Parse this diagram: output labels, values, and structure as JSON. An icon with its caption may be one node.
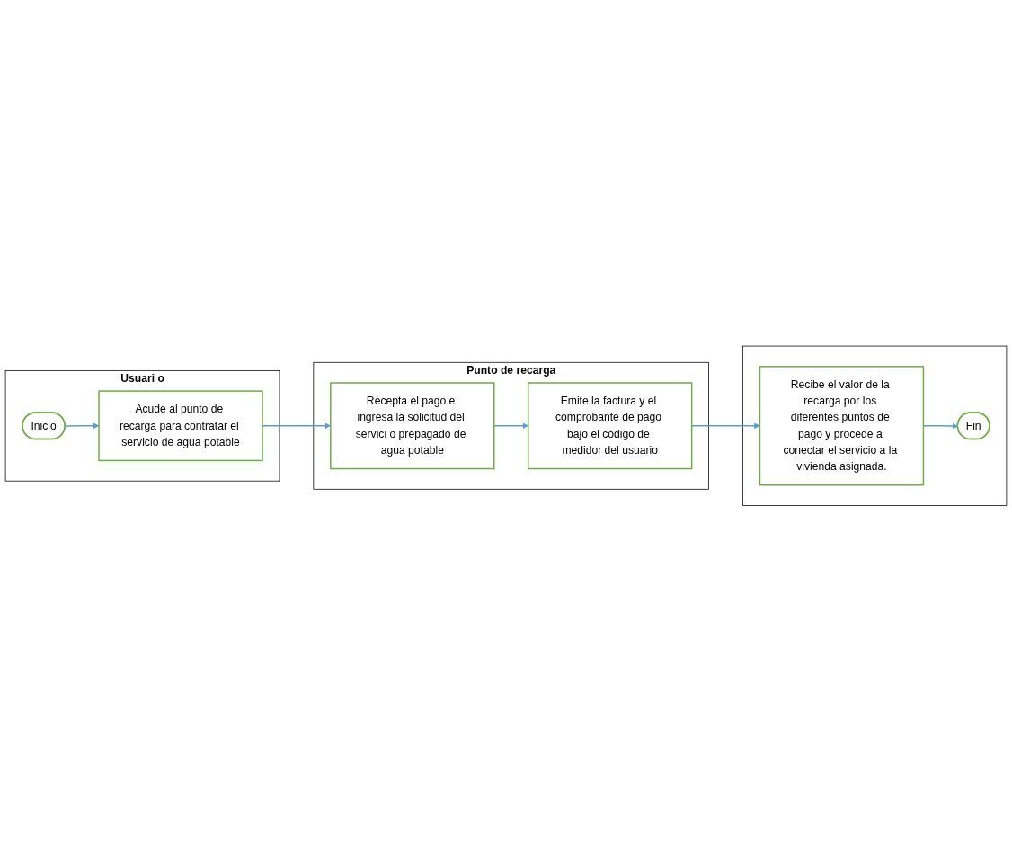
{
  "diagram": {
    "nodes": [
      {
        "text": [
          "Usuari o"
        ]
      },
      {
        "text": [
          "Punto de recarga"
        ]
      },
      {
        "text": [],
        "shape": "box"
      },
      {
        "text": [
          "Inicio"
        ],
        "in": 0
      },
      {
        "text": [
          "Acude al punto de recarga para contratar el servicio de agua potable"
        ],
        "in": 0
      },
      {
        "text": [
          "Recepta el pago e ingresa la solicitud del servici o prepagado de agua potable"
        ],
        "in": 1
      },
      {
        "text": [
          "Emite la factura y el comprobante de pago bajo el código de medidor del usuario"
        ],
        "in": 1
      },
      {
        "text": [
          "Recibe el valor de la recarga por los diferentes puntos de pago y procede a conectar el servicio a la vivienda asignada."
        ],
        "in": 2
      },
      {
        "text": [
          "Fin"
        ],
        "in": 2
      }
    ],
    "edges": [
      {
        "from": 3,
        "to": 4,
        "arrow": "to"
      },
      {
        "from": 4,
        "to": 5,
        "arrow": "to"
      },
      {
        "from": 5,
        "to": 6,
        "arrow": "to"
      },
      {
        "from": 6,
        "to": 7,
        "arrow": "to"
      },
      {
        "from": 7,
        "to": 8,
        "arrow": "to"
      }
    ]
  }
}
